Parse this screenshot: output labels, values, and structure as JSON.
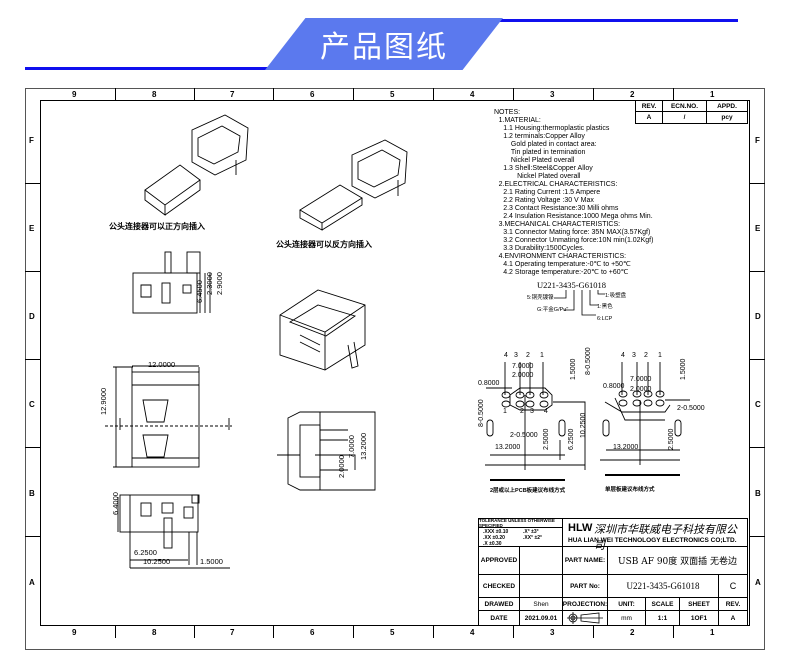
{
  "header": {
    "title": "产品图纸",
    "accent": "#5b79ee",
    "line_color": "#1010ee"
  },
  "frame": {
    "columns": [
      "9",
      "8",
      "7",
      "6",
      "5",
      "4",
      "3",
      "2",
      "1"
    ],
    "rows": [
      "F",
      "E",
      "D",
      "C",
      "B",
      "A"
    ]
  },
  "revision_table": {
    "headers": [
      "REV.",
      "ECN.NO.",
      "APPD."
    ],
    "row": [
      "A",
      "/",
      "pcy"
    ]
  },
  "captions": {
    "forward": "公头连接器可以正方向插入",
    "reverse": "公头连接器可以反方向插入",
    "pcb_double": "2层或以上PCB板建议布线方式",
    "pcb_single": "单层板建议布线方式"
  },
  "notes": [
    "NOTES:",
    "1.MATERIAL:",
    "1.1 Housing:thermoplastic plastics",
    "1.2 terminals:Copper Alloy",
    "Gold plated in contact area:",
    "Tin plated in termination",
    "Nickel Plated overall",
    "1.3 Shell:Steel&Copper Alloy",
    "Nickel Plated overall",
    "2.ELECTRICAL CHARACTERISTICS:",
    "2.1 Rating Current :1.5 Ampere",
    "2.2 Rating Voltage :30 V Max",
    "2.3 Contact Resistance:30 Milli ohms",
    "2.4 Insulation Resistance:1000 Mega ohms Min.",
    "3.MECHANICAL CHARACTERISTICS:",
    "3.1 Connector Mating force: 35N MAX(3.57Kgf)",
    "3.2 Connector Unmating force:10N min(1.02Kgf)",
    "3.3 Durability:1500Cycles.",
    "4.ENVIRONMENT CHARACTERISTICS:",
    "4.1 Operating temperature:-0℃ to +50℃",
    "4.2 Storage temperature:-20℃ to +60℃"
  ],
  "part_code": {
    "code": "U221-3435-G61018",
    "legend": [
      "5:铜壳镀镍",
      "G:平金G/Pu\"",
      "1:吸塑盘",
      "1:黑色",
      "6:LCP"
    ]
  },
  "dimensions": {
    "side_top": [
      "6.4500",
      "2.3000",
      "2.9000"
    ],
    "front": [
      "12.0000",
      "12.9000"
    ],
    "side_bottom": [
      "6.4000",
      "6.2500",
      "10.2500",
      "1.5000"
    ],
    "bottom": [
      "2.0000",
      "7.0000",
      "13.2000"
    ],
    "pcb_double": [
      "4",
      "3",
      "2",
      "1",
      "7.0000",
      "2.0000",
      "0.8000",
      "1.5000",
      "1",
      "2",
      "3",
      "4",
      "8-0.5000",
      "2-0.5000",
      "13.2000",
      "2.5000",
      "6.2500",
      "10.2500"
    ],
    "pcb_single": [
      "4",
      "3",
      "2",
      "1",
      "8-0.5000",
      "0.8000",
      "7.0000",
      "2.0000",
      "1.5000",
      "2-0.5000",
      "13.2000",
      "2.5000"
    ]
  },
  "title_block": {
    "tolerance_title": "TOLERANCE UNLESS OTHERWISE SPECIFIED",
    "tolerances": [
      ".XXX ±0.10",
      ".XX ±0.20",
      ".X ±0.30",
      ".X° ±3°",
      ".XX° ±2°"
    ],
    "company_logo": "HLW",
    "company_cn": "深圳市华联威电子科技有限公司",
    "company_en": "HUA LIAN WEI TECHNOLOGY ELECTRONICS CO;LTD.",
    "approved_label": "APPROVED",
    "checked_label": "CHECKED",
    "drawed_label": "DRAWED",
    "drawed_value": "Shen",
    "date_label": "DATE",
    "date_value": "2021.09.01",
    "part_name_label": "PART NAME:",
    "part_name": "USB AF 90度 双面插 无卷边",
    "part_no_label": "PART No:",
    "part_no": "U221-3435-G61018",
    "part_rev": "C",
    "projection_label": "PROJECTION:",
    "unit_label": "UNIT:",
    "unit": "mm",
    "scale_label": "SCALE",
    "scale": "1:1",
    "sheet_label": "SHEET",
    "sheet": "1OF1",
    "rev_label": "REV.",
    "rev": "A"
  }
}
